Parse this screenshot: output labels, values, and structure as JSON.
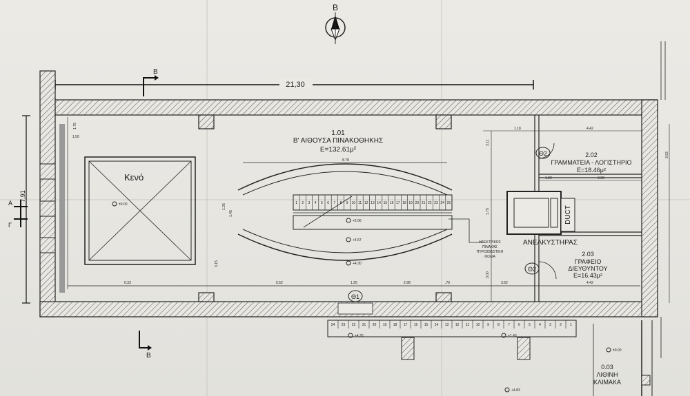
{
  "north_label": "B",
  "section_mark_top": "B",
  "section_mark_bottom": "B",
  "section_mark_left_a": "A",
  "section_mark_left_g": "Γ",
  "overall_width": "21,30",
  "overall_height": "7,91",
  "void_label": "Κενό",
  "void_level": "±0.00",
  "room_101": {
    "number": "1.01",
    "name": "Β' ΑΙΘΟΥΣΑ ΠΙΝΑΚΟΘΗΚΗΣ",
    "area": "E=132.61μ²"
  },
  "room_202": {
    "number": "2.02",
    "name": "ΓΡΑΜΜΑΤΕΙΑ - ΛΟΓΙΣΤΗΡΙΟ",
    "area": "E=18.46μ²"
  },
  "room_203": {
    "number": "2.03",
    "name_1": "ΓΡΑΦΕΙΟ",
    "name_2": "ΔΙΕΥΘΥΝΤΟΥ",
    "area": "E=16.43μ²"
  },
  "room_003": {
    "number": "0.03",
    "name_1": "ΛΙΘΙΝΗ",
    "name_2": "ΚΛΙΜΑΚΑ"
  },
  "elevator_label": "ΑΝΕΛΚΥΣΤΗΡΑΣ",
  "duct_label": "DUCT",
  "panel_label": [
    "ΗΛΕΚΤΡΙΚΟΣ",
    "ΠΙΝΑΚΑΣ",
    "ΠΥΡΟΣΒΕΣΤΙΚΗ",
    "ΦΩΛΙΑ"
  ],
  "door_tags": {
    "d1": "Θ2",
    "d2": "Θ2",
    "d3": "Θ1"
  },
  "levels": {
    "stair_mid": "+2.06",
    "stair_low": "+4.57",
    "below": "+4.30",
    "ext_left": "+4.25",
    "ext_right": "+1.43",
    "ext_far": "±0.00",
    "ext_bottom": "+4.83"
  },
  "stair_span": "8.78",
  "bottom_dims": [
    "6.33",
    "5.52",
    "1.25",
    "2.98",
    ".70",
    "3.62",
    "4.42"
  ],
  "right_dims": [
    "1.18",
    "4.42",
    "1.22",
    "3.30",
    "3.11",
    "1.75",
    "3.00",
    "3.93"
  ],
  "left_dims": [
    "1.75",
    "1.50",
    "1.45",
    "1.25",
    "3.15"
  ],
  "upper_stair_numbers": [
    "1",
    "2",
    "3",
    "4",
    "5",
    "6",
    "7",
    "8",
    "9",
    "10",
    "11",
    "12",
    "13",
    "14",
    "15",
    "16",
    "17",
    "18",
    "19",
    "20",
    "21",
    "22",
    "23",
    "24",
    "25"
  ],
  "lower_stair_numbers": [
    "24",
    "23",
    "22",
    "21",
    "20",
    "19",
    "18",
    "17",
    "16",
    "15",
    "14",
    "13",
    "12",
    "11",
    "10",
    "9",
    "8",
    "7",
    "6",
    "5",
    "4",
    "3",
    "2",
    "1"
  ]
}
